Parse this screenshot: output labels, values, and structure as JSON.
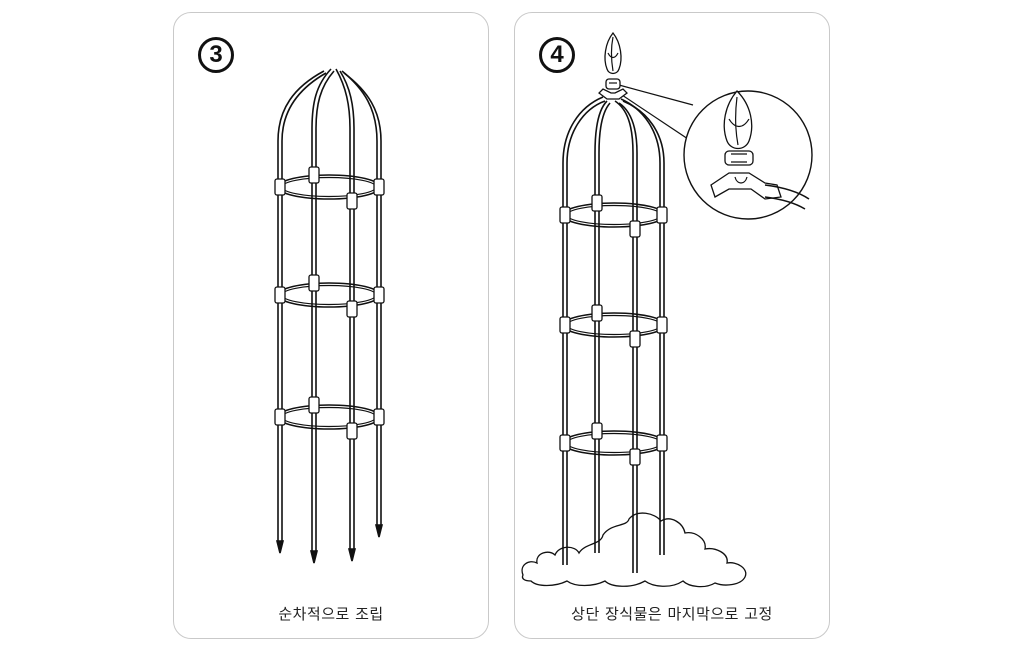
{
  "steps": [
    {
      "number": "3",
      "caption": "순차적으로 조립"
    },
    {
      "number": "4",
      "caption": "상단 장식물은 마지막으로 고정"
    }
  ]
}
